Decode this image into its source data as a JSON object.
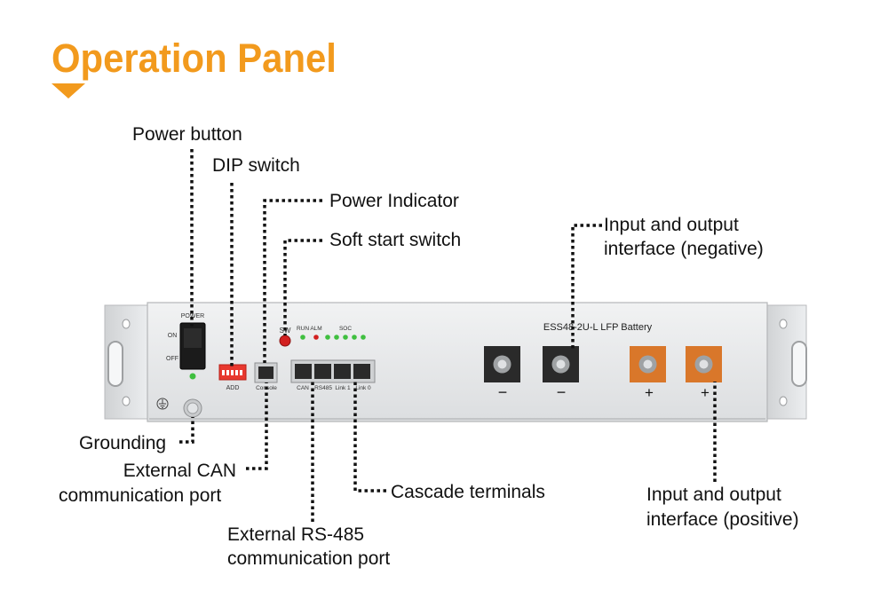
{
  "title": "Operation Panel",
  "labels": {
    "power_button": "Power button",
    "dip_switch": "DIP switch",
    "power_indicator": "Power Indicator",
    "soft_start_switch": "Soft start switch",
    "io_negative_line1": "Input and output",
    "io_negative_line2": "interface (negative)",
    "grounding": "Grounding",
    "ext_can_line1": "External CAN",
    "ext_can_line2": "communication port",
    "cascade_terminals": "Cascade terminals",
    "io_positive_line1": "Input and output",
    "io_positive_line2": "interface (positive)",
    "ext_rs485_line1": "External RS-485",
    "ext_rs485_line2": "communication port"
  },
  "panel": {
    "model": "ESS48-2U-L LFP Battery",
    "power": "POWER",
    "on": "ON",
    "off": "OFF",
    "add": "ADD",
    "console": "Console",
    "sw": "SW",
    "run": "RUN",
    "alm": "ALM",
    "soc": "SOC",
    "can": "CAN",
    "rs485": "RS485",
    "link1": "Link 1",
    "link0": "Link 0",
    "minus": "−",
    "plus": "+"
  },
  "colors": {
    "accent": "#f29a1d",
    "panel": "#e7e8ea",
    "terminal_negative": "#2a2a2a",
    "terminal_positive": "#d9772a",
    "led_green": "#3fbf3f",
    "led_red": "#d22020",
    "dip": "#e8382e"
  }
}
